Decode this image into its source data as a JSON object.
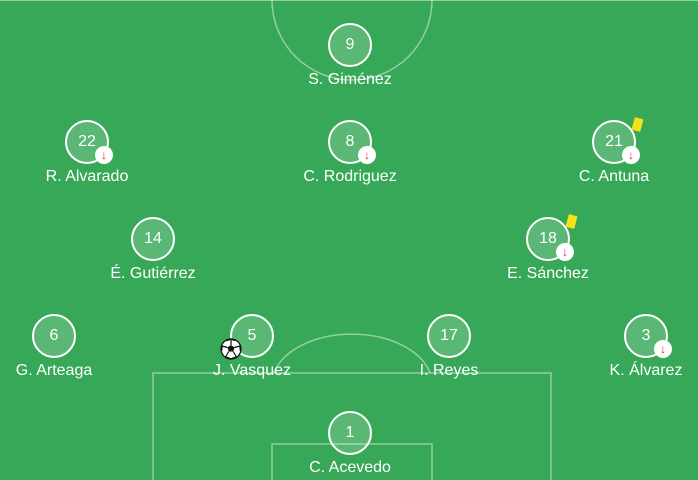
{
  "pitch": {
    "grass_color": "#37a857",
    "line_color": "#ffffff"
  },
  "players": [
    {
      "number": "9",
      "name": "S. Giménez",
      "events": []
    },
    {
      "number": "22",
      "name": "R. Alvarado",
      "events": [
        "substitution-out"
      ]
    },
    {
      "number": "8",
      "name": "C. Rodriguez",
      "events": [
        "substitution-out"
      ]
    },
    {
      "number": "21",
      "name": "C. Antuna",
      "events": [
        "substitution-out",
        "yellow-card"
      ]
    },
    {
      "number": "14",
      "name": "É. Gutiérrez",
      "events": []
    },
    {
      "number": "18",
      "name": "E. Sánchez",
      "events": [
        "substitution-out",
        "yellow-card"
      ]
    },
    {
      "number": "6",
      "name": "G. Arteaga",
      "events": []
    },
    {
      "number": "5",
      "name": "J. Vasquez",
      "events": [
        "goal"
      ]
    },
    {
      "number": "17",
      "name": "I. Reyes",
      "events": []
    },
    {
      "number": "3",
      "name": "K. Álvarez",
      "events": [
        "substitution-out"
      ]
    },
    {
      "number": "1",
      "name": "C. Acevedo",
      "events": []
    }
  ],
  "icons": {
    "substitution": "arrow-down-icon",
    "card": "yellow-card-icon",
    "goal": "soccer-ball-icon"
  }
}
